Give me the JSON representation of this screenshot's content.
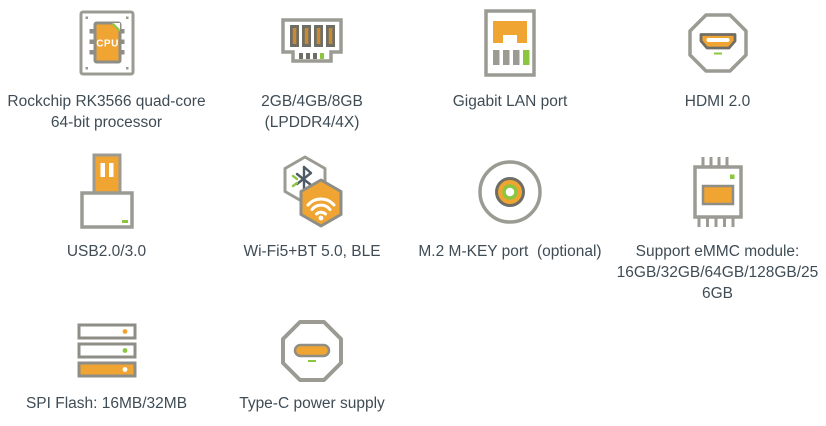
{
  "colors": {
    "orange": "#F0A432",
    "stroke_gray": "#9B9B93",
    "dark_gray": "#6E6E66",
    "green": "#8CC63F",
    "text": "#3F4C55"
  },
  "cpu_icon_label": "CPU",
  "features": [
    {
      "icon": "cpu-chip-icon",
      "label_lines": [
        "Rockchip RK3566 quad-core",
        "64-bit processor"
      ]
    },
    {
      "icon": "ram-module-icon",
      "label_lines": [
        "2GB/4GB/8GB",
        "(LPDDR4/4X)"
      ]
    },
    {
      "icon": "lan-port-icon",
      "label_lines": [
        "Gigabit LAN port"
      ]
    },
    {
      "icon": "hdmi-port-icon",
      "label_lines": [
        "HDMI 2.0"
      ]
    },
    {
      "icon": "usb-plug-icon",
      "label_lines": [
        "USB2.0/3.0"
      ]
    },
    {
      "icon": "wifi-bluetooth-icon",
      "label_lines": [
        "Wi-Fi5+BT 5.0, BLE"
      ]
    },
    {
      "icon": "m2-port-icon",
      "label_lines": [
        "M.2 M-KEY port  (optional)"
      ]
    },
    {
      "icon": "emmc-chip-icon",
      "label_lines": [
        "Support eMMC module:",
        "16GB/32GB/64GB/128GB/25",
        "6GB"
      ]
    },
    {
      "icon": "spi-flash-icon",
      "label_lines": [
        "SPI Flash: 16MB/32MB"
      ]
    },
    {
      "icon": "type-c-icon",
      "label_lines": [
        "Type-C power supply"
      ]
    }
  ]
}
